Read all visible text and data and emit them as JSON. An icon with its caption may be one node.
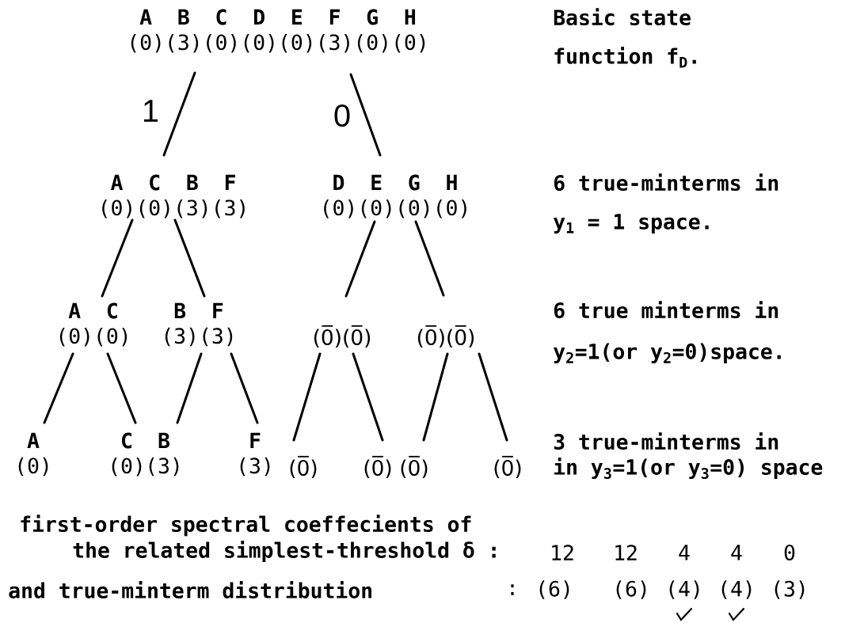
{
  "diagram": {
    "nodes": [
      {
        "text": [
          "A B C D E F G H",
          "(0)(3)(0)(0)(0)(3)(0)(0)"
        ]
      },
      {
        "text": [
          "A C B F",
          "(0)(0)(3)(3)"
        ]
      },
      {
        "text": [
          "D E G H",
          "(0)(0)(0)(0)"
        ]
      },
      {
        "text": [
          "A C",
          "(0)(0)"
        ]
      },
      {
        "text": [
          "B F",
          "(3)(3)"
        ]
      },
      {
        "text": [
          "(0̅)(0̅)"
        ]
      },
      {
        "text": [
          "(0̅)(0̅)"
        ]
      },
      {
        "text": [
          "A",
          "(0)"
        ]
      },
      {
        "text": [
          "C",
          "(0)"
        ]
      },
      {
        "text": [
          "B",
          "(3)"
        ]
      },
      {
        "text": [
          "F",
          "(3)"
        ]
      },
      {
        "text": [
          "(0̅)"
        ]
      },
      {
        "text": [
          "(0̅)"
        ]
      },
      {
        "text": [
          "(0̅)"
        ]
      },
      {
        "text": [
          "(0̅)"
        ]
      }
    ],
    "edges": [
      {
        "from": 0,
        "to": 1,
        "arrow": "none",
        "label": "1"
      },
      {
        "from": 0,
        "to": 2,
        "arrow": "none",
        "label": "0"
      },
      {
        "from": 1,
        "to": 3,
        "arrow": "none"
      },
      {
        "from": 1,
        "to": 4,
        "arrow": "none"
      },
      {
        "from": 2,
        "to": 5,
        "arrow": "none"
      },
      {
        "from": 2,
        "to": 6,
        "arrow": "none"
      },
      {
        "from": 3,
        "to": 7,
        "arrow": "none"
      },
      {
        "from": 3,
        "to": 8,
        "arrow": "none"
      },
      {
        "from": 4,
        "to": 9,
        "arrow": "none"
      },
      {
        "from": 4,
        "to": 10,
        "arrow": "none"
      },
      {
        "from": 5,
        "to": 11,
        "arrow": "none"
      },
      {
        "from": 5,
        "to": 12,
        "arrow": "none"
      },
      {
        "from": 6,
        "to": 13,
        "arrow": "none"
      },
      {
        "from": 6,
        "to": 14,
        "arrow": "none"
      }
    ],
    "labels": [
      "Basic state function f$_{D}$.",
      "6 true-minterms in y$_{1}$ = 1 space.",
      "6 true minterms in y$_{2}$=1(or y$_{2}$=0)space.",
      "3 true-minterms in in y$_{3}$=1(or y$_{3}$=0) space",
      "first-order spectral coeffecients of the related simplest-threshold δ :",
      "12",
      "12",
      "4",
      "4",
      "0",
      "and true-minterm distribution",
      ":",
      "(6)",
      "(6)",
      "(4)",
      "(4)",
      "(3)"
    ]
  }
}
